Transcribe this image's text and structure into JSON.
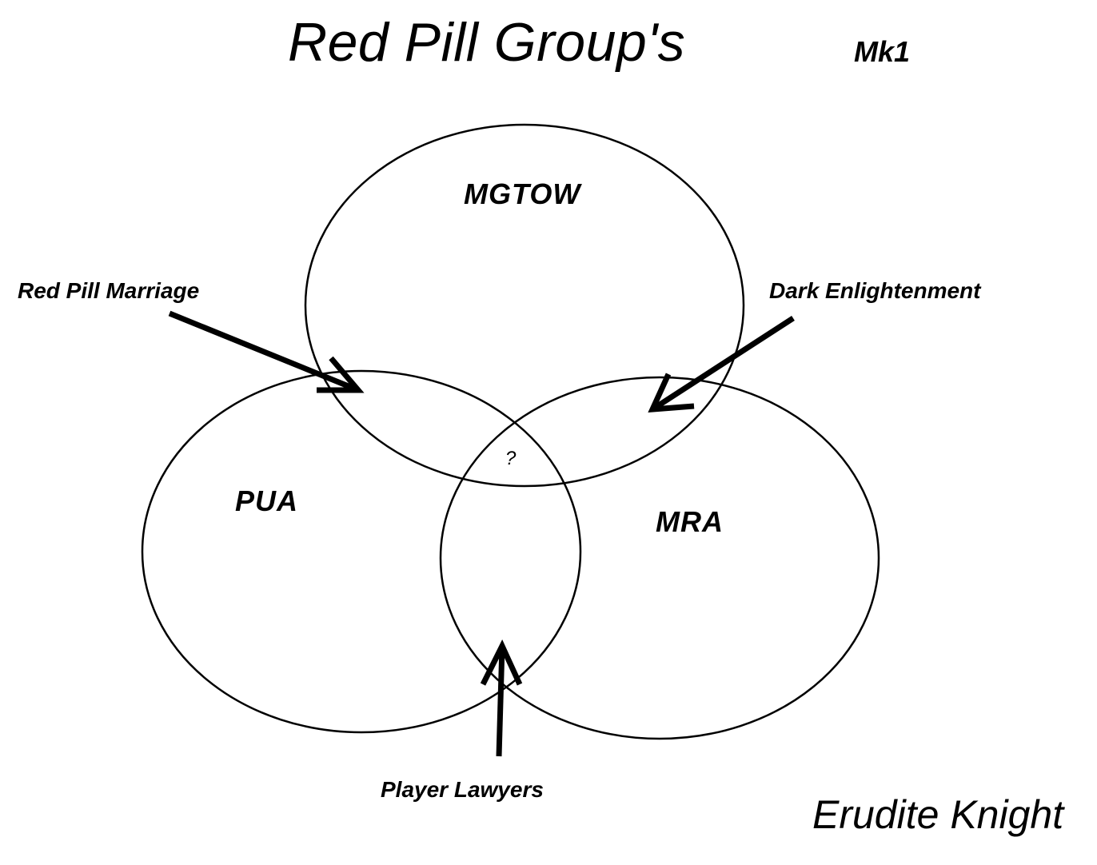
{
  "header": {
    "title": "Red Pill Group's",
    "version": "Mk1"
  },
  "circles": {
    "top": "MGTOW",
    "left": "PUA",
    "right": "MRA"
  },
  "center_label": "?",
  "annotations": {
    "left_arrow": "Red Pill Marriage",
    "right_arrow": "Dark Enlightenment",
    "bottom_arrow": "Player Lawyers"
  },
  "author": "Erudite Knight",
  "colors": {
    "line": "#000000",
    "background": "#ffffff"
  }
}
